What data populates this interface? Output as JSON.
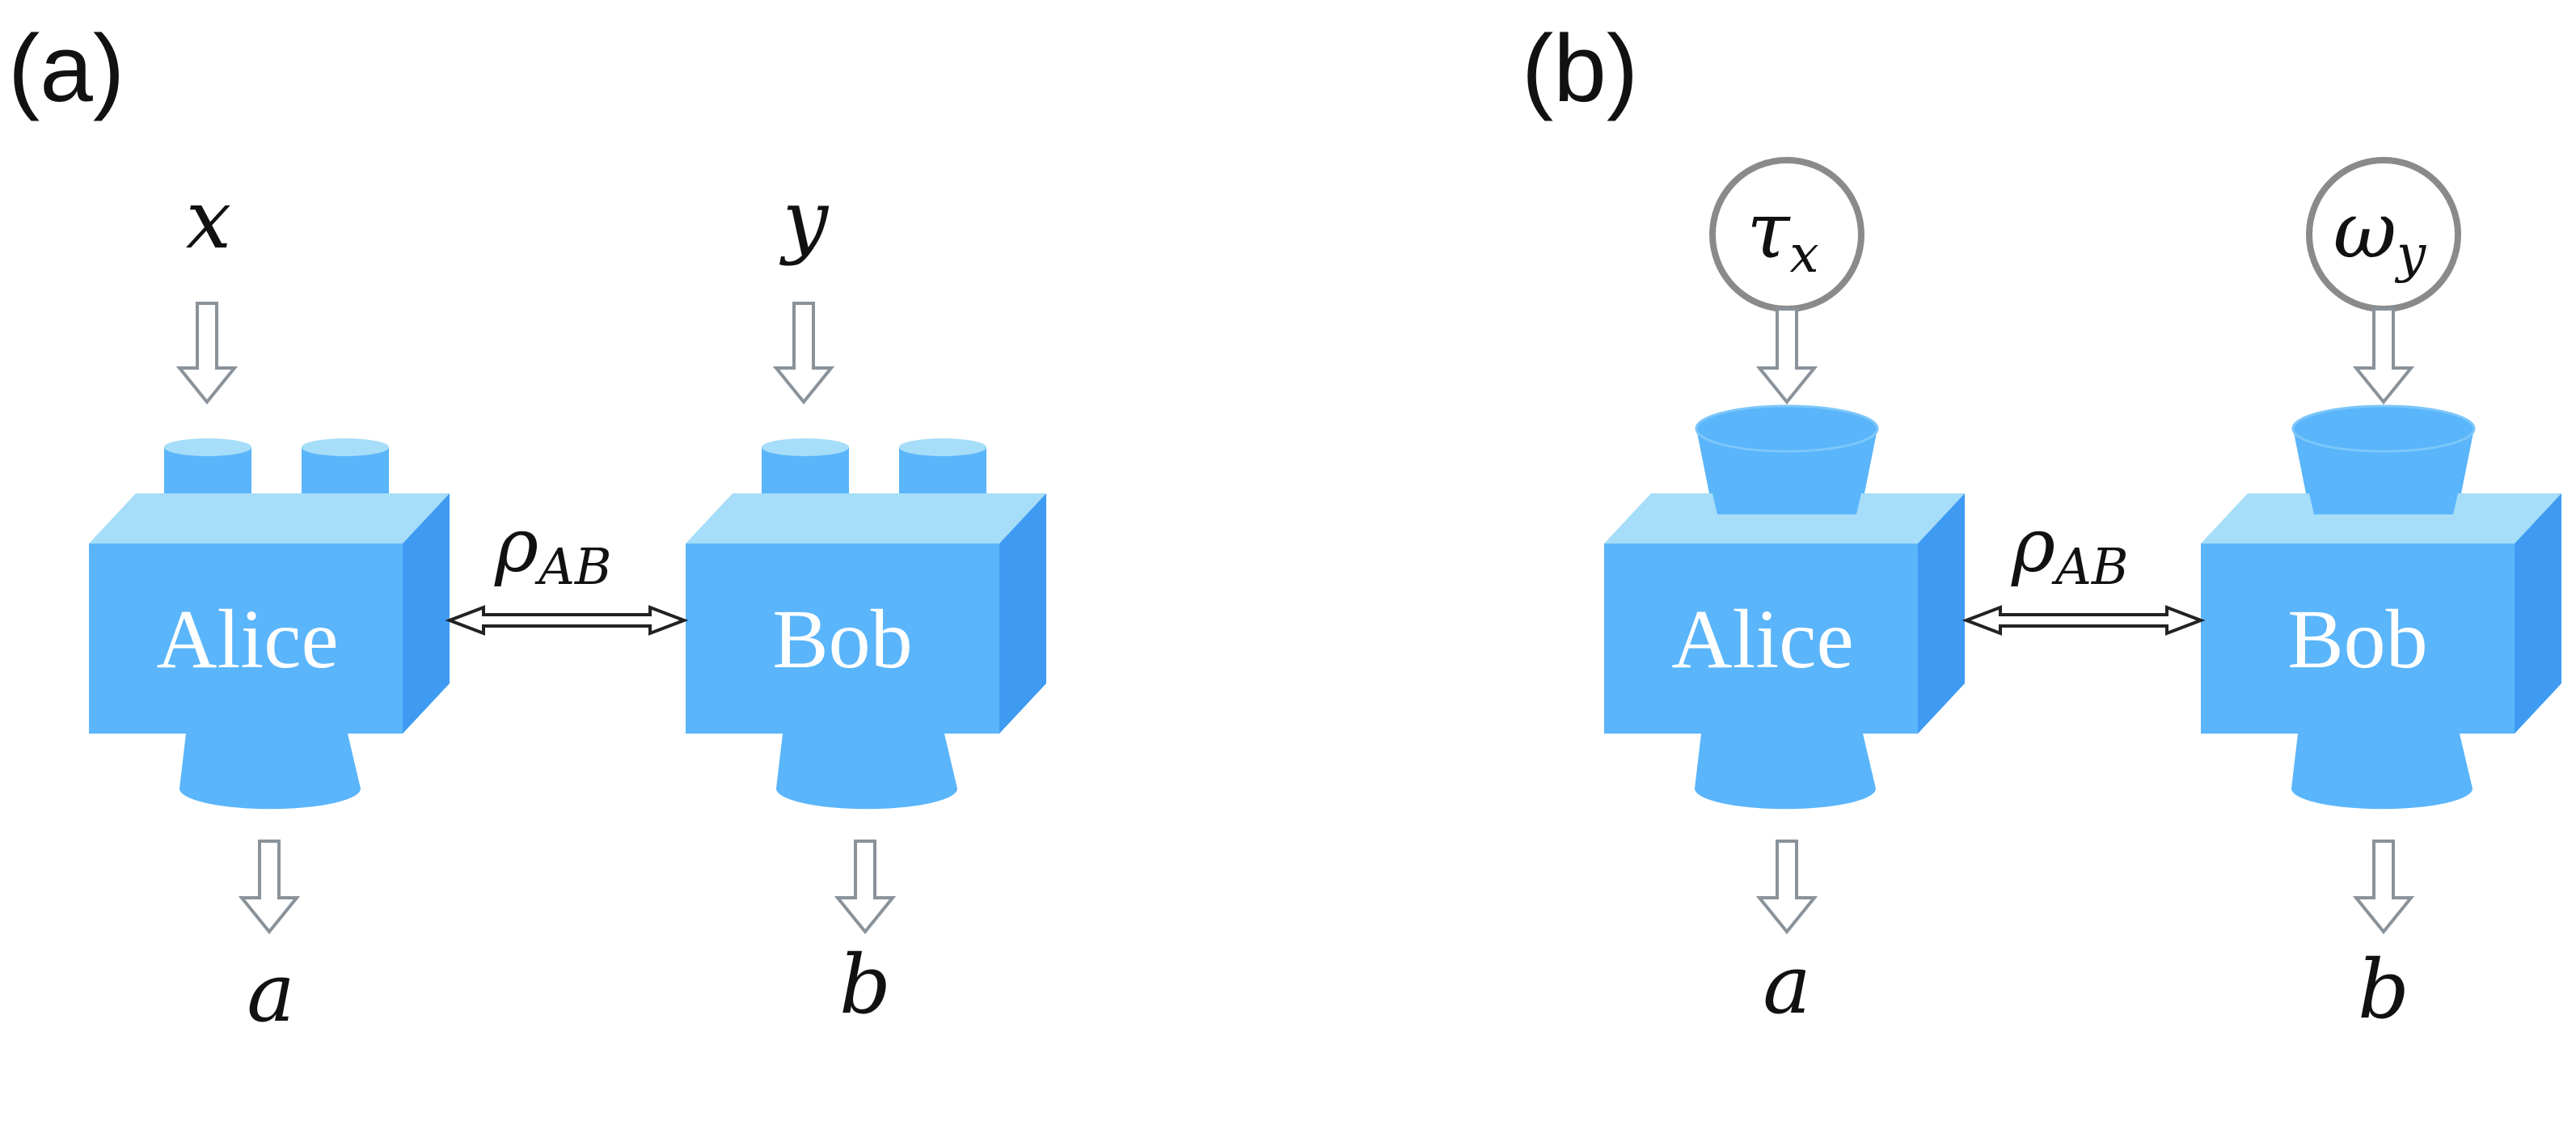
{
  "panels": [
    {
      "label": "(a)",
      "input_alice": "x",
      "input_bob": "y",
      "state": {
        "base": "ρ",
        "sub": "AB"
      },
      "alice": "Alice",
      "bob": "Bob",
      "output_alice": "a",
      "output_bob": "b"
    },
    {
      "label": "(b)",
      "input_alice": {
        "base": "τ",
        "sub": "x"
      },
      "input_bob": {
        "base": "ω",
        "sub": "y"
      },
      "state": {
        "base": "ρ",
        "sub": "AB"
      },
      "alice": "Alice",
      "bob": "Bob",
      "output_alice": "a",
      "output_bob": "b"
    }
  ],
  "colors": {
    "box_front": "#5AB5FA",
    "box_top": "#A6DDF8",
    "box_side": "#3F9BF2",
    "arrow": "#8A929A",
    "circle": "#8A8A8A",
    "double_arrow": "#222222"
  }
}
